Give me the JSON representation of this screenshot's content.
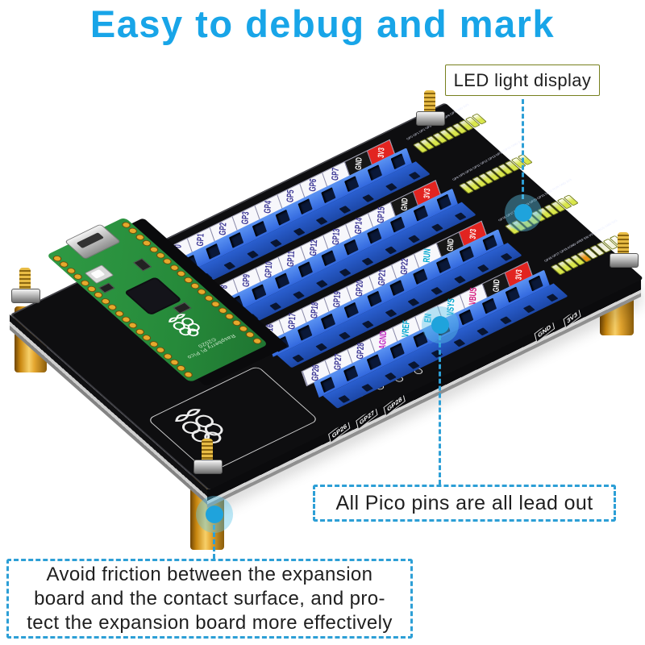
{
  "title": {
    "text": "Easy to debug and mark"
  },
  "callouts": {
    "led": {
      "label": "LED light display"
    },
    "pins": {
      "label": "All Pico pins are all lead out"
    },
    "friction": {
      "lines": [
        "Avoid friction between the expansion",
        "board and the contact surface, and pro-",
        "tect the expansion board more effectively"
      ]
    }
  },
  "board": {
    "terminal_rows": [
      {
        "labels": [
          "GP0",
          "GP1",
          "GP2",
          "GP3",
          "GP4",
          "GP5",
          "GP6",
          "GP7",
          "GND",
          "3V3"
        ],
        "led_colors": [
          "#d9e64a",
          "#d9e64a",
          "#d9e64a",
          "#d9e64a",
          "#d9e64a",
          "#d9e64a",
          "#d9e64a",
          "#d9e64a",
          "#d9e64a",
          "#d9e64a"
        ]
      },
      {
        "labels": [
          "GP8",
          "GP9",
          "GP10",
          "GP11",
          "GP12",
          "GP13",
          "GP14",
          "GP15",
          "GND",
          "3V3"
        ],
        "led_colors": [
          "#d9e64a",
          "#d9e64a",
          "#d9e64a",
          "#d9e64a",
          "#d9e64a",
          "#d9e64a",
          "#d9e64a",
          "#d9e64a",
          "#d9e64a",
          "#d9e64a"
        ]
      },
      {
        "labels": [
          "GP16",
          "GP17",
          "GP18",
          "GP19",
          "GP20",
          "GP21",
          "GP22",
          "RUN",
          "GND",
          "3V3"
        ],
        "led_colors": [
          "#d9e64a",
          "#d9e64a",
          "#d9e64a",
          "#d9e64a",
          "#d9e64a",
          "#d9e64a",
          "#d9e64a",
          "#d9e64a",
          "#d9e64a",
          "#d9e64a"
        ]
      },
      {
        "labels": [
          "GP26",
          "GP27",
          "GP28",
          "AGND",
          "VREF",
          "EN",
          "VSYS",
          "VBUS",
          "GND",
          "3V3"
        ],
        "led_colors": [
          "#d9e64a",
          "#d9e64a",
          "#d9e64a",
          "#d9e64a",
          "#ef9312",
          "#f2f2dc",
          "#f2f2dc",
          "#f2f2dc",
          "#f2f2dc",
          "#f2f2dc"
        ]
      }
    ],
    "edge_labels": [
      "GP26",
      "GP27",
      "GP28",
      "GND",
      "3V3"
    ],
    "label_fg": {
      "default": "#3d3896",
      "RUN": "#00a8cf",
      "VREF": "#00a8cf",
      "EN": "#00a8cf",
      "VSYS": "#00a8cf",
      "AGND": "#c226c2",
      "VBUS": "#d4177a",
      "GND": "#ffffff",
      "3V3": "#ffffff"
    },
    "label_bg": {
      "GND": "#161616",
      "3V3": "#e22420"
    },
    "pico": {
      "silkscreen": "Raspberry Pi Pico ©2020"
    }
  },
  "colors": {
    "accent": "#18a5e8",
    "dash": "#2d9fd6",
    "board": "#0e0e10",
    "terminal_blue": "#2f6ade",
    "standoff_gold": "#e3a52f",
    "pico_green": "#2f9a44"
  }
}
